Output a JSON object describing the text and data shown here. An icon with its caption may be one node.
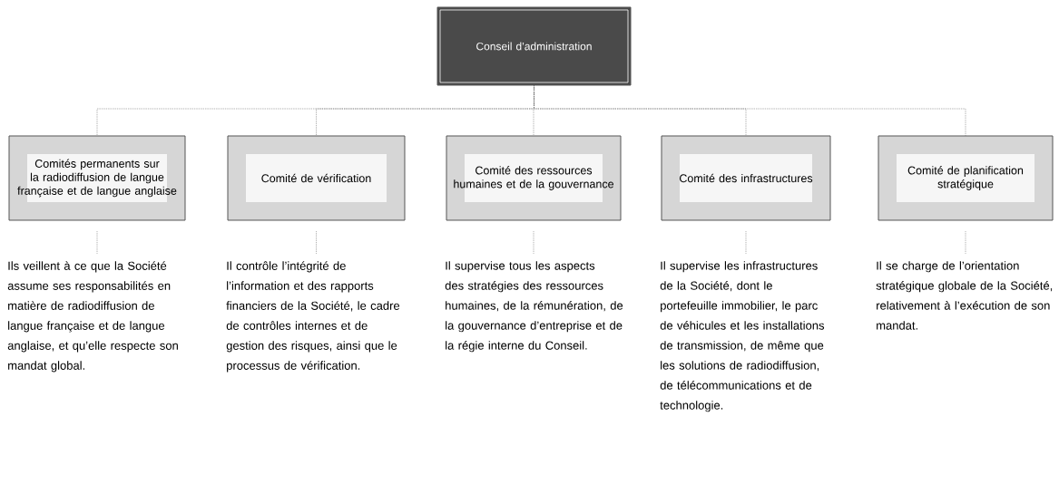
{
  "diagram": {
    "nodes": [
      {
        "text": [
          "Conseil d’administration"
        ]
      },
      {
        "text": [
          "Comités permanents sur la radiodiffusion de langue française et de langue anglaise"
        ]
      },
      {
        "text": [
          "Comité de vérification"
        ]
      },
      {
        "text": [
          "Comité des ressources humaines et de la gouvernance"
        ]
      },
      {
        "text": [
          "Comité des infrastructures"
        ]
      },
      {
        "text": [
          "Comité de planification stratégique"
        ]
      },
      {
        "text": [
          "Ils veillent à ce que la Société assume ses responsabilités en matière de radiodiffusion de langue française et de langue anglaise, et qu’elle respecte son mandat global."
        ]
      },
      {
        "text": [
          "Il contrôle l’intégrité de l’information et des rapports financiers de la Société, le cadre de contrôles internes et de gestion des risques, ainsi que le processus de vérification."
        ]
      },
      {
        "text": [
          "Il supervise tous les aspects des stratégies des ressources humaines, de la rémunération, de la gouvernance d’entreprise et de la régie interne du Conseil."
        ]
      },
      {
        "text": [
          "Il supervise les infrastructures de la Société, dont le portefeuille immobilier, le parc de véhicules et les installations de transmission, de même que les solutions de radiodiffusion, de télécommunications et de technologie."
        ]
      },
      {
        "text": [
          "Il se charge de l’orientation stratégique globale de la Société, relativement à l’exécution de son mandat."
        ]
      }
    ],
    "edges": [
      {
        "from": 0,
        "to": 1,
        "arrow": "none"
      },
      {
        "from": 0,
        "to": 2,
        "arrow": "none"
      },
      {
        "from": 0,
        "to": 3,
        "arrow": "none"
      },
      {
        "from": 0,
        "to": 4,
        "arrow": "none"
      },
      {
        "from": 0,
        "to": 5,
        "arrow": "none"
      },
      {
        "from": 1,
        "to": 6,
        "arrow": "none"
      },
      {
        "from": 2,
        "to": 7,
        "arrow": "none"
      },
      {
        "from": 3,
        "to": 8,
        "arrow": "none"
      },
      {
        "from": 4,
        "to": 9,
        "arrow": "none"
      },
      {
        "from": 5,
        "to": 10,
        "arrow": "none"
      }
    ]
  }
}
